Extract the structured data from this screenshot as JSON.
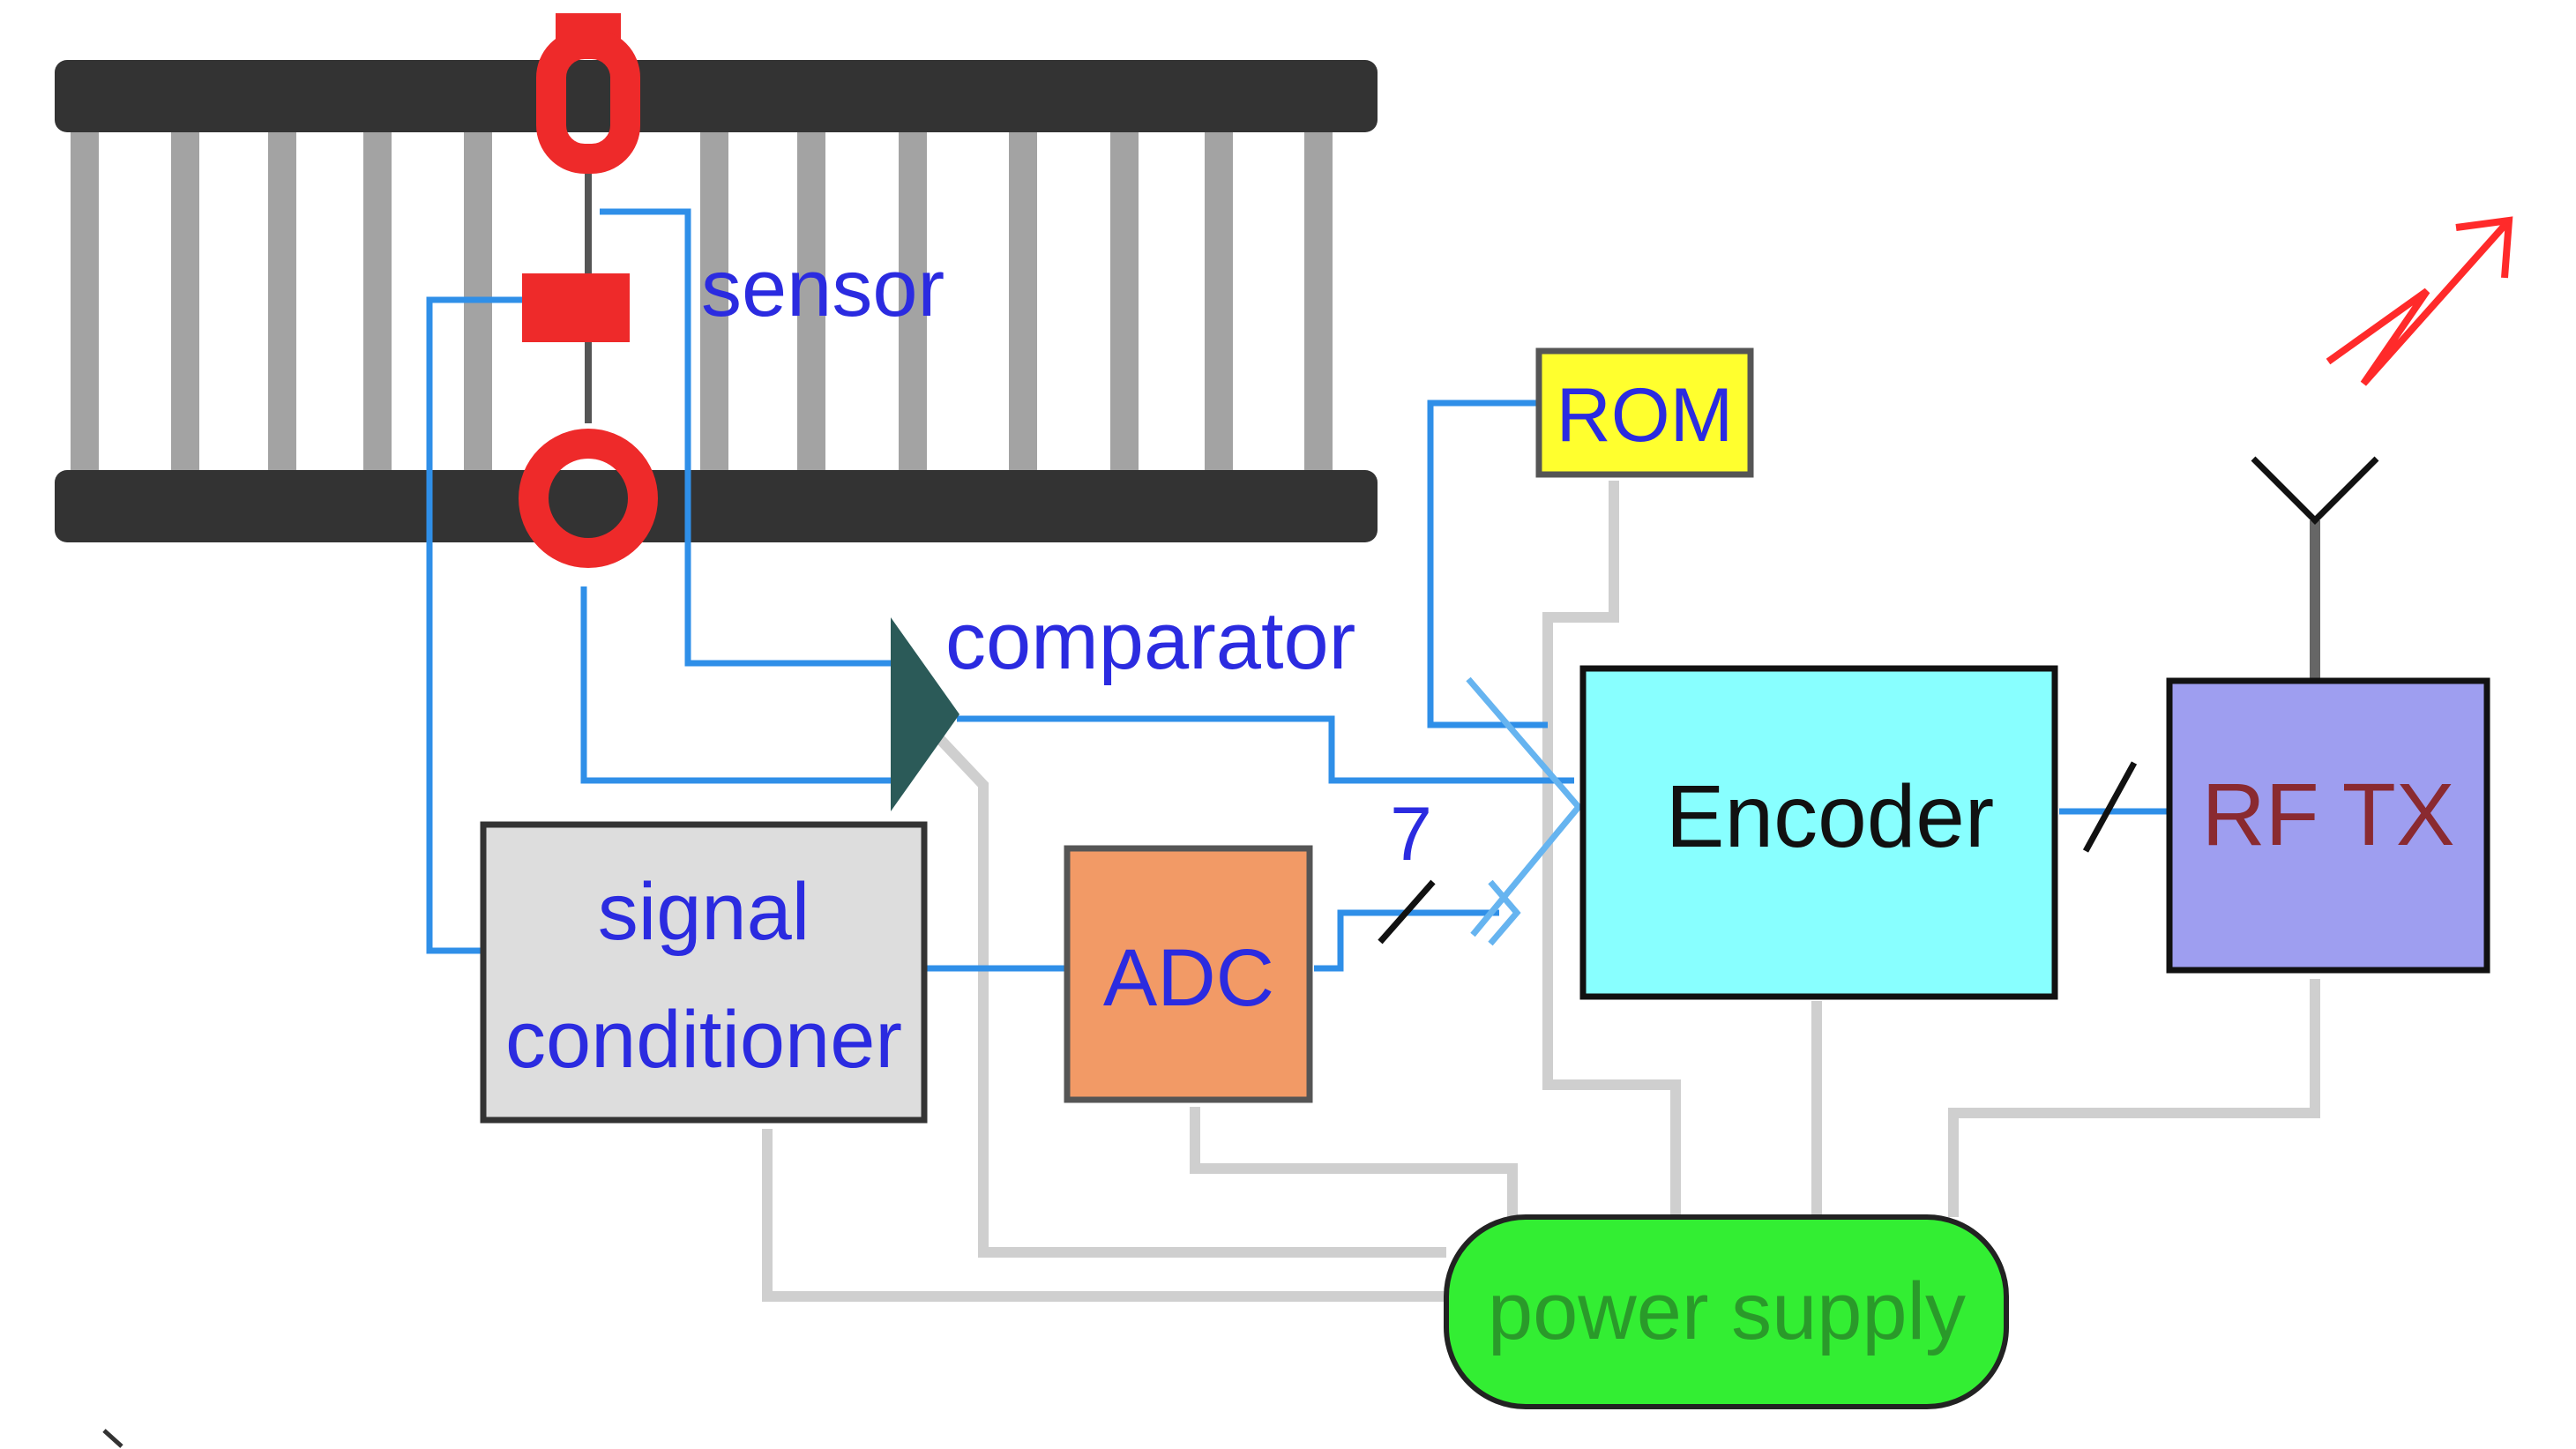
{
  "labels": {
    "sensor": "sensor",
    "comparator": "comparator",
    "rom": "ROM",
    "encoder": "Encoder",
    "rf_tx": "RF TX",
    "adc": "ADC",
    "bus_width": "7",
    "signal_conditioner_line1": "signal",
    "signal_conditioner_line2": "conditioner",
    "power_supply": "power supply"
  },
  "colors": {
    "rail": "#333333",
    "sleeper": "#a3a3a3",
    "sensor_red": "#ee2a2a",
    "signal_wire": "#2f8fe8",
    "power_wire": "#cfcfcf",
    "label_blue": "#2b2be0",
    "rom_fill": "#ffff2e",
    "encoder_fill": "#88ffff",
    "rftx_fill": "#9e9ef0",
    "rftx_text": "#8a2a30",
    "adc_fill": "#f29a66",
    "conditioner_fill": "#dddddd",
    "power_fill": "#33ee33",
    "power_text": "#2a9a2a",
    "comparator_fill": "#2b5a58",
    "rf_signal": "#ff2a2a"
  }
}
